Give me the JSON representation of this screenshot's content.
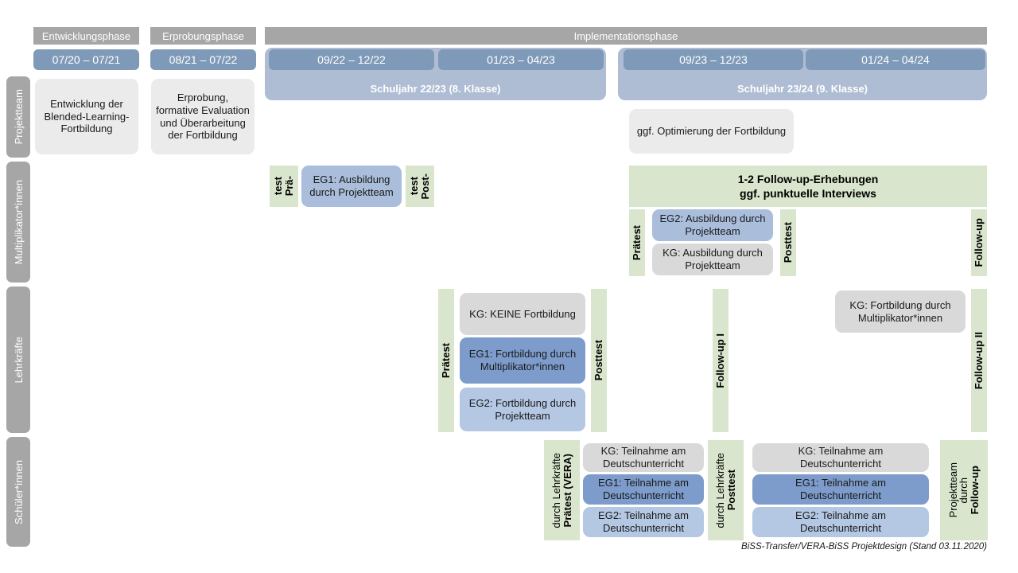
{
  "phases": [
    {
      "label": "Entwicklungsphase"
    },
    {
      "label": "Erprobungsphase"
    },
    {
      "label": "Implementationsphase"
    }
  ],
  "date_chips": [
    {
      "label": "07/20 – 07/21"
    },
    {
      "label": "08/21 – 07/22"
    },
    {
      "label": "09/22 – 12/22"
    },
    {
      "label": "01/23 – 04/23"
    },
    {
      "label": "09/23 – 12/23"
    },
    {
      "label": "01/24 – 04/24"
    }
  ],
  "year_bands": [
    {
      "label": "Schuljahr 22/23 (8. Klasse)"
    },
    {
      "label": "Schuljahr 23/24 (9. Klasse)"
    }
  ],
  "roles": [
    {
      "label": "Projektteam"
    },
    {
      "label": "Multiplikator*innen"
    },
    {
      "label": "Lehrkräfte"
    },
    {
      "label": "Schüler*innen"
    }
  ],
  "projektteam": {
    "entwicklung": "Entwicklung der Blended-Learning-Fortbildung",
    "erprobung": "Erprobung, formative Evaluation und Überarbeitung der Fortbildung",
    "optimierung": "ggf. Optimierung der Fortbildung"
  },
  "multiplikatoren": {
    "praetest_line1": "Prä-",
    "praetest_line2": "test",
    "posttest_line1": "Post-",
    "posttest_line2": "test",
    "eg1": "EG1: Ausbildung durch Projektteam",
    "banner_line1": "1-2 Follow-up-Erhebungen",
    "banner_line2": "ggf. punktuelle Interviews",
    "praetest2": "Prätest",
    "posttest2": "Posttest",
    "followup": "Follow-up",
    "eg2": "EG2: Ausbildung durch Projektteam",
    "kg": "KG: Ausbildung durch Projektteam"
  },
  "lehrkraefte": {
    "praetest": "Prätest",
    "posttest": "Posttest",
    "followup1": "Follow-up I",
    "followup2": "Follow-up II",
    "kg_keine": "KG:  KEINE Fortbildung",
    "eg1": "EG1: Fortbildung durch Multiplikator*innen",
    "eg2": "EG2: Fortbildung durch Projektteam",
    "kg_fortbildung": "KG: Fortbildung durch Multiplikator*innen"
  },
  "schueler": {
    "praetest_bold": "Prätest (VERA)",
    "praetest_sub": "durch Lehrkräfte",
    "posttest_bold": "Posttest",
    "posttest_sub": "durch Lehrkräfte",
    "followup_bold": "Follow-up",
    "followup_sub1": "durch",
    "followup_sub2": "Projektteam",
    "kg_left": "KG: Teilnahme am Deutschunterricht",
    "eg1_left": "EG1: Teilnahme am Deutschunterricht",
    "eg2_left": "EG2: Teilnahme am Deutschunterricht",
    "kg_right": "KG: Teilnahme am Deutschunterricht",
    "eg1_right": "EG1: Teilnahme am Deutschunterricht",
    "eg2_right": "EG2: Teilnahme am Deutschunterricht"
  },
  "footer": {
    "note": "BiSS-Transfer/VERA-BiSS Projektdesign (Stand 03.11.2020)"
  },
  "colors": {
    "grey_header": "#a6a6a6",
    "date_chip": "#7f9ab8",
    "year_band": "#aebdd3",
    "green_strip": "#d9e6cd",
    "eg1_blue": "#7d9ccb",
    "eg2_blue": "#b4c7e3",
    "kg_grey": "#d9d9d9"
  }
}
